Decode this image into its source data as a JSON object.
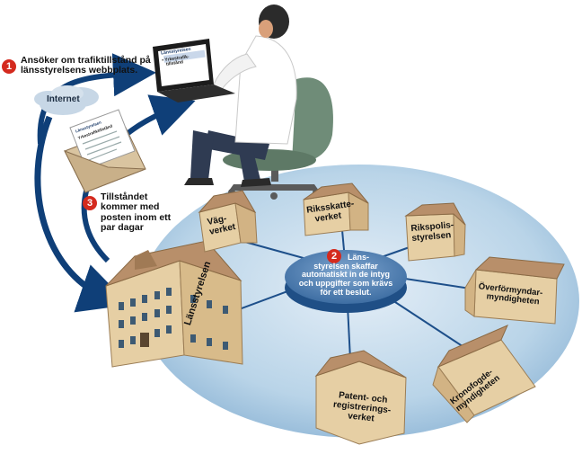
{
  "steps": [
    {
      "number": "1",
      "text_lines": [
        "Ansöker om trafiktillstånd på",
        "länsstyrelsens webbplats."
      ]
    },
    {
      "number": "2",
      "text_lines": [
        "Läns-",
        "styrelsen skaffar",
        "automatiskt in de intyg",
        "och uppgifter som krävs",
        "för ett beslut."
      ]
    },
    {
      "number": "3",
      "text_lines": [
        "Tillståndet",
        "kommer med",
        "posten inom ett",
        "par dagar"
      ]
    }
  ],
  "cloud_label": "Internet",
  "laptop_screen": {
    "title": "Länsstyrelsen",
    "item": "• Yrkestrafik-",
    "item2": "tillstånd"
  },
  "letter": {
    "sender": "Länsstyrelsen",
    "heading": "Yrkestrafiktillstånd"
  },
  "main_building_label": "Länsstyrelsen",
  "houses": [
    {
      "lines": [
        "Väg-",
        "verket"
      ]
    },
    {
      "lines": [
        "Riksskatte-",
        "verket"
      ]
    },
    {
      "lines": [
        "Rikspolis-",
        "styrelsen"
      ]
    },
    {
      "lines": [
        "Överförmyndar-",
        "myndigheten"
      ]
    },
    {
      "lines": [
        "Kronofogde-",
        "myndigheten"
      ]
    },
    {
      "lines": [
        "Patent- och",
        "registrerings-",
        "verket"
      ]
    }
  ],
  "colors": {
    "platform": "#b9d4e8",
    "arrows": "#0f3f78",
    "step_badge": "#d42a1e",
    "house_wall": "#e6cfa4",
    "house_roof": "#b88f6a"
  }
}
